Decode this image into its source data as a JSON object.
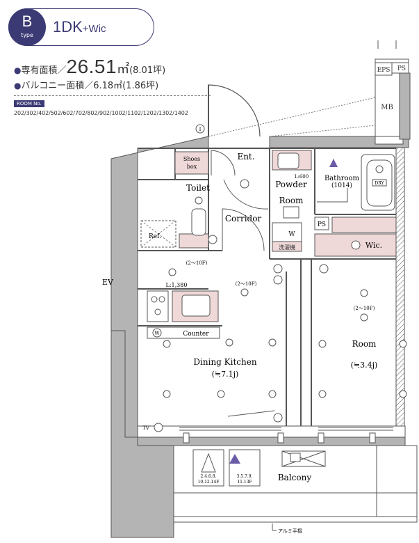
{
  "header": {
    "type_letter": "B",
    "type_word": "type",
    "plan_main": "1DK",
    "plan_suffix": "+Wic"
  },
  "areas": {
    "private_label": "専有面積／",
    "private_value": "26.51",
    "private_unit": "㎡",
    "private_tsubo": "(8.01坪)",
    "balcony_label": "バルコニー面積／6.18㎡(1.86坪)"
  },
  "room_numbers": {
    "badge": "ROOM No.",
    "list": "202/302/402/502/602/702/802/902/1002/1102/1202/1302/1402"
  },
  "floorplan": {
    "eps": "EPS",
    "ps_top": "PS",
    "mb": "MB",
    "shoes_box": [
      "Shoes",
      "box"
    ],
    "entrance": "Ent.",
    "toilet": "Toilet",
    "powder_room": [
      "Powder",
      "Room"
    ],
    "l600": "L:600",
    "bathroom": "Bathroom",
    "bathroom_size": "(1014)",
    "dry": "DRY",
    "corridor": "Corridor",
    "ref": "Ref.",
    "ps_mid": "PS",
    "wic": "Wic.",
    "washer_w": "W",
    "washer_pan": "洗濯機",
    "ev": "EV",
    "l1380": "L:1,380",
    "counter": "Counter",
    "dining_kitchen": "Dining Kitchen",
    "dining_size": "(≒7.1j)",
    "room": "Room",
    "room_size": "(≒3.4j)",
    "light_range": "(2〜10F)",
    "balcony": "Balcony",
    "unit_a": [
      "2.4.6.8.",
      "10.12.14F"
    ],
    "unit_b": [
      "3.5.7.9.",
      "11.13F"
    ],
    "handrail": "アルミ手摺",
    "outlet_tv": "TV",
    "outlet_w": "W"
  },
  "colors": {
    "brand": "#3b3a74",
    "wall": "#b4b4b4",
    "pink": "#efd8d8",
    "accent_purple": "#6b5aa6"
  }
}
